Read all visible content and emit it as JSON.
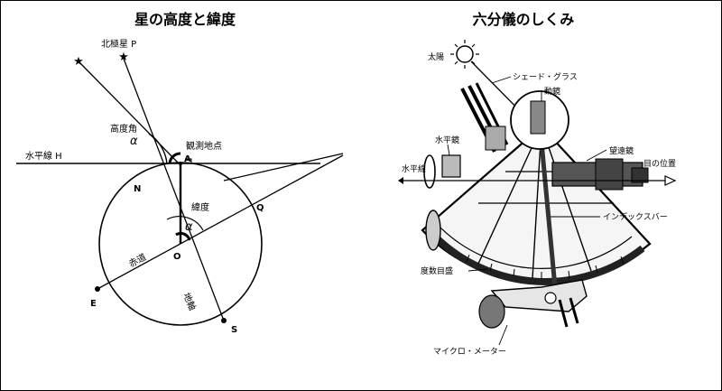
{
  "left": {
    "title": "星の高度と緯度",
    "labels": {
      "polaris": "北極星 P",
      "altitude_angle": "高度角",
      "alpha_top": "α",
      "observation_point": "観測地点",
      "horizon": "水平線 H",
      "point_a": "A",
      "point_n": "N",
      "latitude": "緯度",
      "alpha_center": "α",
      "point_q": "Q",
      "equator": "赤道",
      "point_o": "O",
      "point_e": "E",
      "earth_axis": "地軸",
      "point_s": "S"
    }
  },
  "right": {
    "title": "六分儀のしくみ",
    "labels": {
      "sun": "太陽",
      "shade_glass": "シェード・グラス",
      "index_mirror": "動鏡",
      "horizon_mirror": "水平鏡",
      "telescope": "望遠鏡",
      "horizon": "水平線",
      "eye_position": "目の位置",
      "index_bar": "インデックスバー",
      "degree_scale": "度数目盛",
      "micrometer": "マイクロ・メーター"
    }
  }
}
